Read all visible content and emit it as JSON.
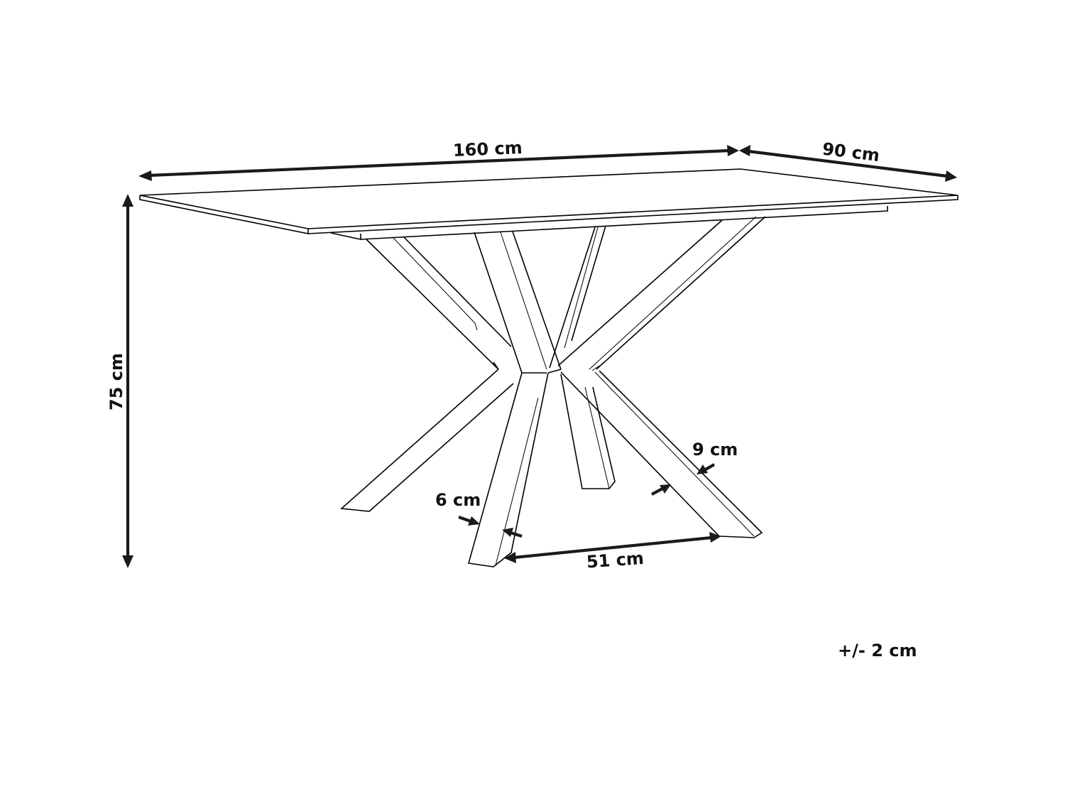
{
  "diagram": {
    "type": "technical-dimension-drawing",
    "subject": "rectangular dining table with X-shaped crossed legs",
    "line_color": "#000000",
    "dimension_color": "#1a1a1a",
    "background": "#ffffff"
  },
  "dimensions": {
    "length": {
      "label": "160 cm",
      "value": 160,
      "unit": "cm"
    },
    "width": {
      "label": "90 cm",
      "value": 90,
      "unit": "cm"
    },
    "height": {
      "label": "75 cm",
      "value": 75,
      "unit": "cm"
    },
    "leg_thickness": {
      "label": "6 cm",
      "value": 6,
      "unit": "cm"
    },
    "leg_width": {
      "label": "9 cm",
      "value": 9,
      "unit": "cm"
    },
    "leg_spacing": {
      "label": "51 cm",
      "value": 51,
      "unit": "cm"
    }
  },
  "tolerance": {
    "label": "+/- 2 cm"
  }
}
